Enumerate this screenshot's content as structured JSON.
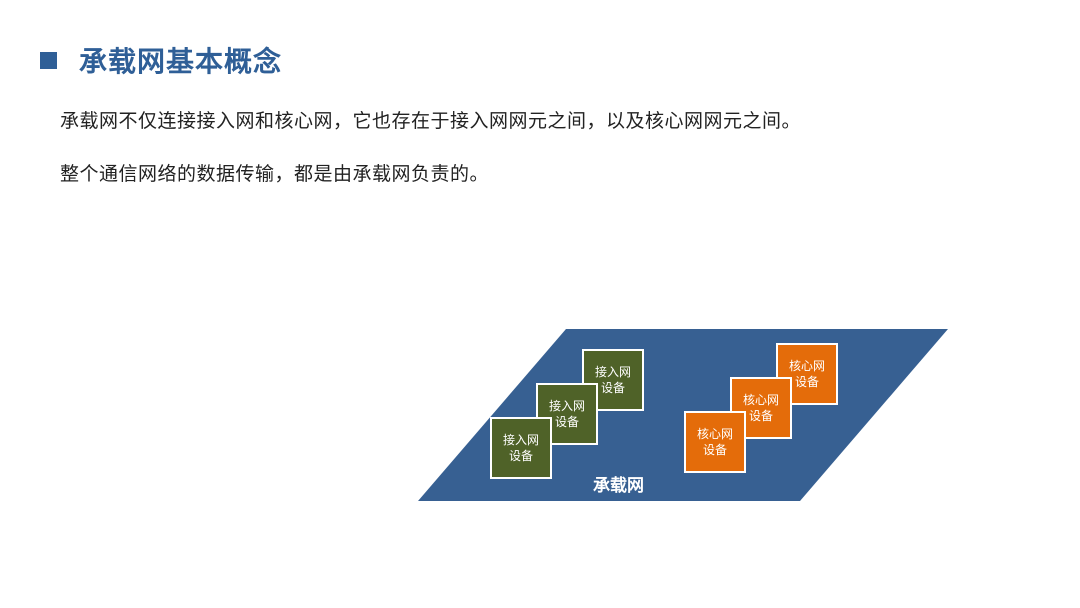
{
  "slide": {
    "title": "承载网基本概念",
    "paragraphs": [
      "承载网不仅连接接入网和核心网，它也存在于接入网网元之间，以及核心网网元之间。",
      "整个通信网络的数据传输，都是由承载网负责的。"
    ]
  },
  "diagram": {
    "plane_label": "承载网",
    "plane_color": "#376092",
    "access_devices": [
      {
        "line1": "接入网",
        "line2": "设备"
      },
      {
        "line1": "接入网",
        "line2": "设备"
      },
      {
        "line1": "接入网",
        "line2": "设备"
      }
    ],
    "core_devices": [
      {
        "line1": "核心网",
        "line2": "设备"
      },
      {
        "line1": "核心网",
        "line2": "设备"
      },
      {
        "line1": "核心网",
        "line2": "设备"
      }
    ],
    "access_color": "#4f6228",
    "core_color": "#e46c0a"
  }
}
